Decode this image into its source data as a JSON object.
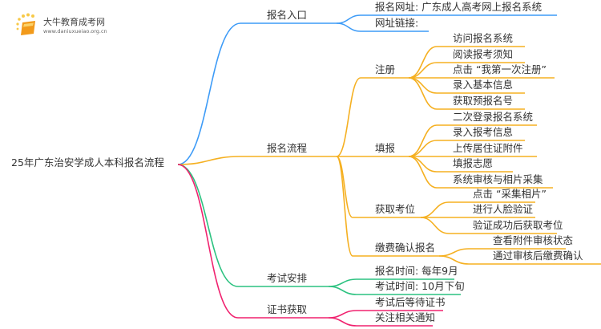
{
  "logo": {
    "title": "大牛教育成考网",
    "url": "www.daniuxueiao.org.cn"
  },
  "colors": {
    "blue": "#3d9bf7",
    "orange": "#f5b021",
    "green": "#2cc280",
    "pink": "#f0226f"
  },
  "root": "25年广东治安学成人本科报名流程",
  "entry": {
    "label": "报名入口",
    "items": [
      "报名网址: 广东成人高考网上报名系统",
      "网址链接:"
    ]
  },
  "process": {
    "label": "报名流程",
    "register": {
      "label": "注册",
      "items": [
        "访问报名系统",
        "阅读报考须知",
        "点击 “我第一次注册”",
        "录入基本信息",
        "获取预报名号"
      ]
    },
    "fill": {
      "label": "填报",
      "items": [
        "二次登录报名系统",
        "录入报考信息",
        "上传居住证附件",
        "填报志愿",
        "系统审核与相片采集"
      ]
    },
    "seat": {
      "label": "获取考位",
      "items": [
        "点击 “采集相片”",
        "进行人脸验证",
        "验证成功后获取考位"
      ]
    },
    "pay": {
      "label": "缴费确认报名",
      "items": [
        "查看附件审核状态",
        "通过审核后缴费确认"
      ]
    }
  },
  "exam": {
    "label": "考试安排",
    "items": [
      "报名时间: 每年9月",
      "考试时间: 10月下旬"
    ]
  },
  "cert": {
    "label": "证书获取",
    "items": [
      "考试后等待证书",
      "关注相关通知"
    ]
  }
}
